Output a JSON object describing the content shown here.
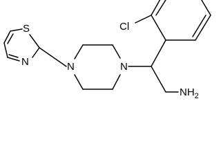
{
  "molecule": {
    "atom_labels": {
      "chlorine": "Cl",
      "sulfur": "S",
      "thiazole_nitrogen": "N",
      "piperazine_n1": "N",
      "piperazine_n4": "N",
      "amine": "NH2"
    },
    "bond_color": "#000000",
    "label_color": "#000000"
  }
}
